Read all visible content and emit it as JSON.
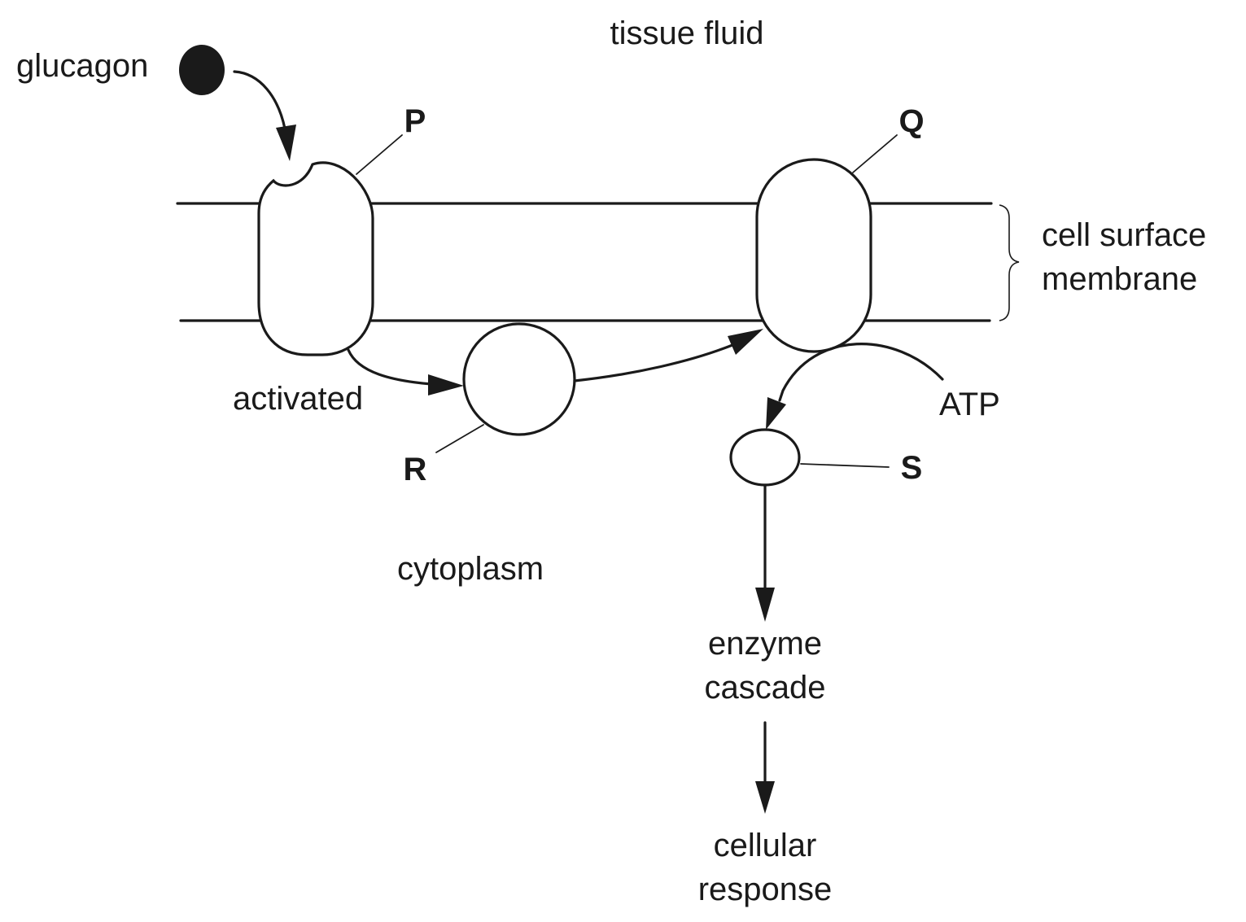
{
  "labels": {
    "tissue_fluid": "tissue fluid",
    "glucagon": "glucagon",
    "P": "P",
    "Q": "Q",
    "R": "R",
    "S": "S",
    "cell_surface_membrane_line1": "cell surface",
    "cell_surface_membrane_line2": "membrane",
    "activated": "activated",
    "ATP": "ATP",
    "cytoplasm": "cytoplasm",
    "enzyme_cascade_line1": "enzyme",
    "enzyme_cascade_line2": "cascade",
    "cellular_response_line1": "cellular",
    "cellular_response_line2": "response"
  },
  "colors": {
    "ink": "#1a1a1a",
    "background": "#ffffff"
  }
}
